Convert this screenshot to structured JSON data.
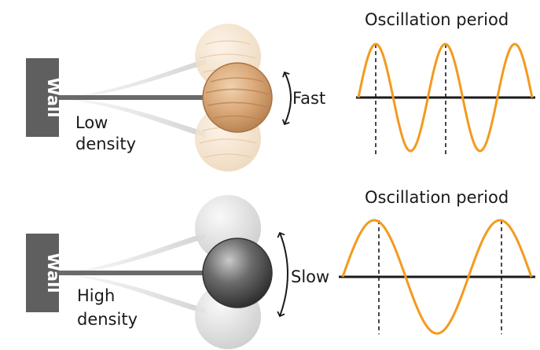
{
  "colors": {
    "wall_fill": "#5f5f5f",
    "wave_stroke": "#f39a1e",
    "axis_stroke": "#1a1a1a",
    "text": "#1a1a1a",
    "wood_light": "#f3e2cd",
    "wood_main": "#d9a878",
    "metal_light": "#d9d9d9",
    "metal_main": "#555555"
  },
  "top_panel": {
    "wall_label": "Wall",
    "material_label_line1": "Low",
    "material_label_line2": "density",
    "speed_label": "Fast",
    "graph_title": "Oscillation period",
    "sphere_material": "wood",
    "wave_cycles_shown": 2.5
  },
  "bottom_panel": {
    "wall_label": "Wall",
    "material_label_line1": "High",
    "material_label_line2": "density",
    "speed_label": "Slow",
    "graph_title": "Oscillation period",
    "sphere_material": "metal",
    "wave_cycles_shown": 1.5
  }
}
